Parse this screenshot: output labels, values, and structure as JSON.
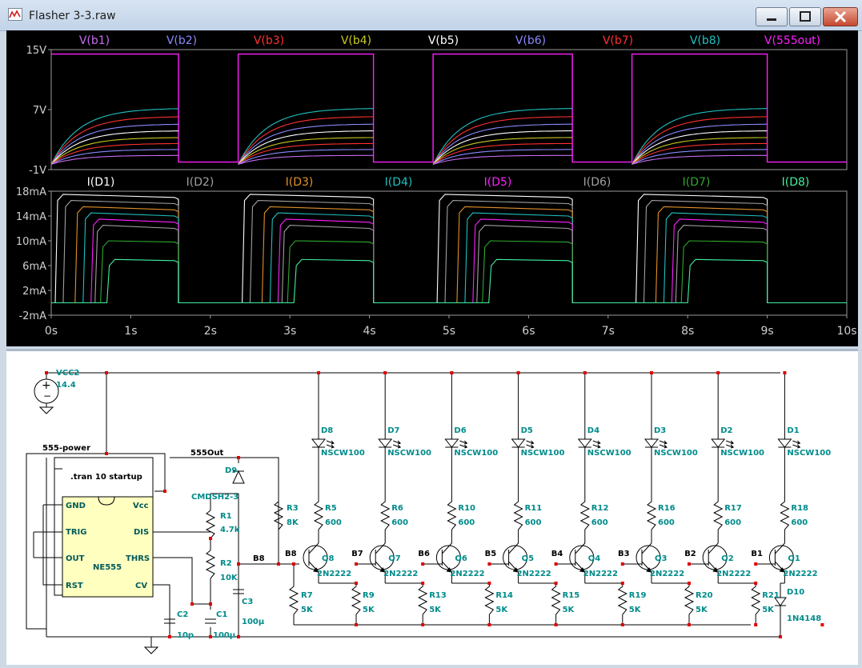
{
  "window": {
    "title": "Flasher 3-3.raw",
    "controls": {
      "minimize": "minimize-icon",
      "maximize": "maximize-icon",
      "close": "close-icon"
    }
  },
  "plot_top": {
    "traces": [
      {
        "label": "V(b1)",
        "color": "#c66cf0"
      },
      {
        "label": "V(b2)",
        "color": "#8a8aff"
      },
      {
        "label": "V(b3)",
        "color": "#ff3030"
      },
      {
        "label": "V(b4)",
        "color": "#c8c820"
      },
      {
        "label": "V(b5)",
        "color": "#ffffff"
      },
      {
        "label": "V(b6)",
        "color": "#8a8aff"
      },
      {
        "label": "V(b7)",
        "color": "#ff3030"
      },
      {
        "label": "V(b8)",
        "color": "#20c0c0"
      },
      {
        "label": "V(555out)",
        "color": "#ff20ff"
      }
    ],
    "y_ticks": [
      "15V",
      "7V",
      "-1V"
    ]
  },
  "plot_bottom": {
    "traces": [
      {
        "label": "I(D1)",
        "color": "#ffffff"
      },
      {
        "label": "I(D2)",
        "color": "#a0a0a0"
      },
      {
        "label": "I(D3)",
        "color": "#e0902a"
      },
      {
        "label": "I(D4)",
        "color": "#20c0c0"
      },
      {
        "label": "I(D5)",
        "color": "#ff20ff"
      },
      {
        "label": "I(D6)",
        "color": "#a0a0a0"
      },
      {
        "label": "I(D7)",
        "color": "#2ea82e"
      },
      {
        "label": "I(D8)",
        "color": "#40f0a0"
      }
    ],
    "y_ticks": [
      "18mA",
      "14mA",
      "10mA",
      "6mA",
      "2mA",
      "-2mA"
    ]
  },
  "x_ticks": [
    "0s",
    "1s",
    "2s",
    "3s",
    "4s",
    "5s",
    "6s",
    "7s",
    "8s",
    "9s",
    "10s"
  ],
  "chart_data": [
    {
      "type": "line",
      "xlabel": "",
      "ylabel": "",
      "xlim": [
        0,
        10
      ],
      "ylim": [
        -1,
        15
      ],
      "series": [
        {
          "name": "V(555out)",
          "x": [
            0,
            1.6,
            1.6,
            2.35,
            2.35,
            4.05,
            4.05,
            4.8,
            4.8,
            6.55,
            6.55,
            7.3,
            7.3,
            9.0,
            9.0,
            10
          ],
          "values": [
            14.4,
            14.4,
            0,
            0,
            14.4,
            14.4,
            0,
            0,
            14.4,
            14.4,
            0,
            0,
            14.4,
            14.4,
            0,
            0
          ]
        },
        {
          "name": "V(b8)",
          "x": [
            0,
            0.5,
            1.0,
            1.6
          ],
          "values": [
            0,
            5.5,
            7.0,
            7.2
          ]
        },
        {
          "name": "V(b7)",
          "x": [
            0,
            0.5,
            1.0,
            1.6
          ],
          "values": [
            0,
            4.8,
            5.9,
            6.1
          ]
        },
        {
          "name": "V(b6)",
          "x": [
            0,
            0.5,
            1.0,
            1.6
          ],
          "values": [
            0,
            4.0,
            4.9,
            5.1
          ]
        },
        {
          "name": "V(b5)",
          "x": [
            0,
            0.5,
            1.0,
            1.6
          ],
          "values": [
            0,
            3.3,
            4.0,
            4.2
          ]
        },
        {
          "name": "V(b4)",
          "x": [
            0,
            0.5,
            1.0,
            1.6
          ],
          "values": [
            0,
            2.6,
            3.1,
            3.3
          ]
        },
        {
          "name": "V(b3)",
          "x": [
            0,
            0.5,
            1.0,
            1.6
          ],
          "values": [
            0,
            2.0,
            2.4,
            2.5
          ]
        },
        {
          "name": "V(b2)",
          "x": [
            0,
            0.5,
            1.0,
            1.6
          ],
          "values": [
            0,
            1.3,
            1.6,
            1.7
          ]
        },
        {
          "name": "V(b1)",
          "x": [
            0,
            0.5,
            1.0,
            1.6
          ],
          "values": [
            0,
            0.6,
            0.8,
            0.9
          ]
        }
      ]
    },
    {
      "type": "line",
      "xlabel": "",
      "ylabel": "",
      "xlim": [
        0,
        10
      ],
      "ylim": [
        -2,
        18
      ],
      "series": [
        {
          "name": "I(D1)",
          "x": [
            0,
            0.05,
            0.1,
            1.6,
            1.6,
            2.35
          ],
          "values": [
            0,
            16,
            17.5,
            17,
            0,
            0
          ]
        },
        {
          "name": "I(D2)",
          "x": [
            0,
            0.15,
            0.2,
            1.6,
            1.6,
            2.35
          ],
          "values": [
            0,
            15,
            16.5,
            16,
            0,
            0
          ]
        },
        {
          "name": "I(D3)",
          "x": [
            0,
            0.3,
            0.35,
            1.6,
            1.6,
            2.35
          ],
          "values": [
            0,
            14,
            15.5,
            15,
            0,
            0
          ]
        },
        {
          "name": "I(D4)",
          "x": [
            0,
            0.4,
            0.45,
            1.6,
            1.6,
            2.35
          ],
          "values": [
            0,
            13,
            14.5,
            14,
            0,
            0
          ]
        },
        {
          "name": "I(D5)",
          "x": [
            0,
            0.5,
            0.55,
            1.6,
            1.6,
            2.35
          ],
          "values": [
            0,
            12,
            13.5,
            13,
            0,
            0
          ]
        },
        {
          "name": "I(D6)",
          "x": [
            0,
            0.55,
            0.6,
            1.6,
            1.6,
            2.35
          ],
          "values": [
            0,
            11,
            12.5,
            12,
            0,
            0
          ]
        },
        {
          "name": "I(D7)",
          "x": [
            0,
            0.62,
            0.67,
            1.6,
            1.6,
            2.35
          ],
          "values": [
            0,
            9,
            10,
            9.8,
            0,
            0
          ]
        },
        {
          "name": "I(D8)",
          "x": [
            0,
            0.7,
            0.75,
            1.6,
            1.6,
            2.35
          ],
          "values": [
            0,
            6.5,
            7,
            6.8,
            0,
            0
          ]
        }
      ]
    }
  ],
  "schematic": {
    "source": {
      "name": "VCC2",
      "value": "14.4"
    },
    "net_labels": {
      "power": "555-power",
      "out": "555Out"
    },
    "directive": ".tran 10 startup",
    "ic": {
      "name": "NE555",
      "pins_left": [
        "GND",
        "TRIG",
        "OUT",
        "RST"
      ],
      "pins_right": [
        "Vcc",
        "DIS",
        "THRS",
        "CV"
      ]
    },
    "diode_d9": {
      "name": "D9",
      "model": "CMDSH2-3"
    },
    "r1": {
      "name": "R1",
      "value": "4.7k"
    },
    "r2": {
      "name": "R2",
      "value": "10K"
    },
    "c1": {
      "name": "C1",
      "value": "100µ"
    },
    "c2": {
      "name": "C2",
      "value": "10p"
    },
    "c3": {
      "name": "C3",
      "value": "100µ"
    },
    "r3": {
      "name": "R3",
      "value": "8K"
    },
    "r7": {
      "name": "R7",
      "value": "5K"
    },
    "d10": {
      "name": "D10",
      "model": "1N4148"
    },
    "stages": [
      {
        "led": "D8",
        "led_model": "NSCW100",
        "rled": "R5",
        "rled_val": "600",
        "q": "Q8",
        "q_model": "2N2222",
        "base": "B8",
        "rb": "R9",
        "rb_val": "5K"
      },
      {
        "led": "D7",
        "led_model": "NSCW100",
        "rled": "R6",
        "rled_val": "600",
        "q": "Q7",
        "q_model": "2N2222",
        "base": "B7",
        "rb": "R13",
        "rb_val": "5K"
      },
      {
        "led": "D6",
        "led_model": "NSCW100",
        "rled": "R10",
        "rled_val": "600",
        "q": "Q6",
        "q_model": "2N2222",
        "base": "B6",
        "rb": "R14",
        "rb_val": "5K"
      },
      {
        "led": "D5",
        "led_model": "NSCW100",
        "rled": "R11",
        "rled_val": "600",
        "q": "Q5",
        "q_model": "2N2222",
        "base": "B5",
        "rb": "R15",
        "rb_val": "5K"
      },
      {
        "led": "D4",
        "led_model": "NSCW100",
        "rled": "R12",
        "rled_val": "600",
        "q": "Q4",
        "q_model": "2N2222",
        "base": "B4",
        "rb": "R19",
        "rb_val": "5K"
      },
      {
        "led": "D3",
        "led_model": "NSCW100",
        "rled": "R16",
        "rled_val": "600",
        "q": "Q3",
        "q_model": "2N2222",
        "base": "B3",
        "rb": "R20",
        "rb_val": "5K"
      },
      {
        "led": "D2",
        "led_model": "NSCW100",
        "rled": "R17",
        "rled_val": "600",
        "q": "Q2",
        "q_model": "2N2222",
        "base": "B2",
        "rb": "R21",
        "rb_val": "5K"
      },
      {
        "led": "D1",
        "led_model": "NSCW100",
        "rled": "R18",
        "rled_val": "600",
        "q": "Q1",
        "q_model": "2N2222",
        "base": "B1",
        "rb": "",
        "rb_val": ""
      }
    ]
  }
}
